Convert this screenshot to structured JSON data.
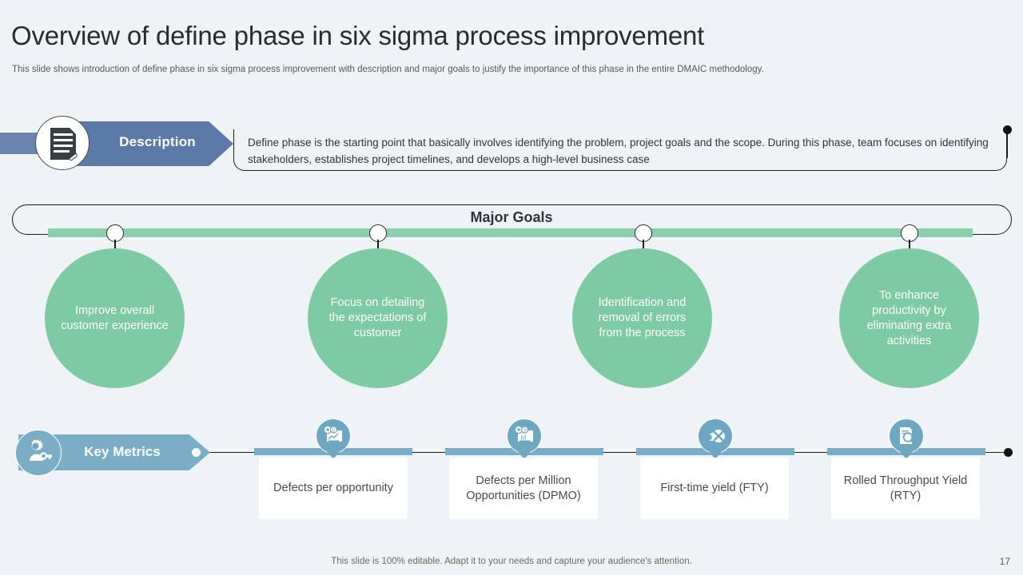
{
  "slide": {
    "title": "Overview of define phase in six sigma process improvement",
    "subtitle": "This slide shows introduction of define phase in six sigma process improvement with description and major goals to justify the importance of this phase in the entire DMAIC methodology.",
    "background_color": "#eef3f6",
    "page_number": "17",
    "footer_note": "This slide is 100% editable. Adapt it to your needs and capture your audience's attention."
  },
  "description": {
    "label": "Description",
    "icon": "document-pen-icon",
    "chevron_color": "#5b7aa8",
    "text": "Define phase is the starting point that basically involves identifying the problem, project goals and the scope. During this phase, team focuses on identifying stakeholders, establishes project timelines, and develops a high-level business case"
  },
  "major_goals": {
    "title": "Major Goals",
    "bar_color": "#8cceae",
    "circle_color": "#7ecaa5",
    "items": [
      {
        "text": "Improve overall customer experience"
      },
      {
        "text": "Focus on detailing the expectations of customer"
      },
      {
        "text": "Identification and removal of errors from the process"
      },
      {
        "text": "To enhance productivity by eliminating extra activities"
      }
    ]
  },
  "key_metrics": {
    "label": "Key Metrics",
    "icon": "user-gear-key-icon",
    "accent_color": "#7aaec6",
    "items": [
      {
        "text": "Defects per opportunity",
        "icon": "defect-chart-icon"
      },
      {
        "text": "Defects per Million Opportunities (DPMO)",
        "icon": "million-chart-icon"
      },
      {
        "text": "First-time yield (FTY)",
        "icon": "first-time-tools-icon"
      },
      {
        "text": "Rolled Throughput Yield (RTY)",
        "icon": "document-magnifier-icon"
      }
    ]
  }
}
